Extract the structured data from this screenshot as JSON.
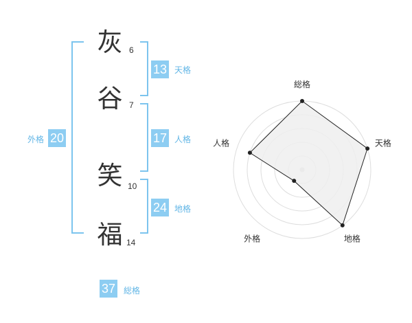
{
  "name": [
    {
      "char": "灰",
      "strokes": "6"
    },
    {
      "char": "谷",
      "strokes": "7"
    },
    {
      "char": "笑",
      "strokes": "10"
    },
    {
      "char": "福",
      "strokes": "14"
    }
  ],
  "kakaku": {
    "tenkaku": {
      "value": "13",
      "label": "天格"
    },
    "jinkaku": {
      "value": "17",
      "label": "人格"
    },
    "chikaku": {
      "value": "24",
      "label": "地格"
    },
    "gaikaku": {
      "value": "20",
      "label": "外格"
    },
    "soukaku": {
      "value": "37",
      "label": "総格"
    }
  },
  "chart_data": {
    "type": "radar",
    "axes": [
      "総格",
      "天格",
      "地格",
      "外格",
      "人格"
    ],
    "values": [
      1.0,
      1.0,
      1.0,
      0.2,
      0.8
    ],
    "rings": 5,
    "colors": {
      "fill": "#eeeeee",
      "line": "#222222",
      "grid": "#dddddd",
      "center": "#cccccc"
    }
  },
  "colors": {
    "accent": "#8dcdf2",
    "bracket": "#7cc4ee",
    "label": "#62b6e6"
  }
}
